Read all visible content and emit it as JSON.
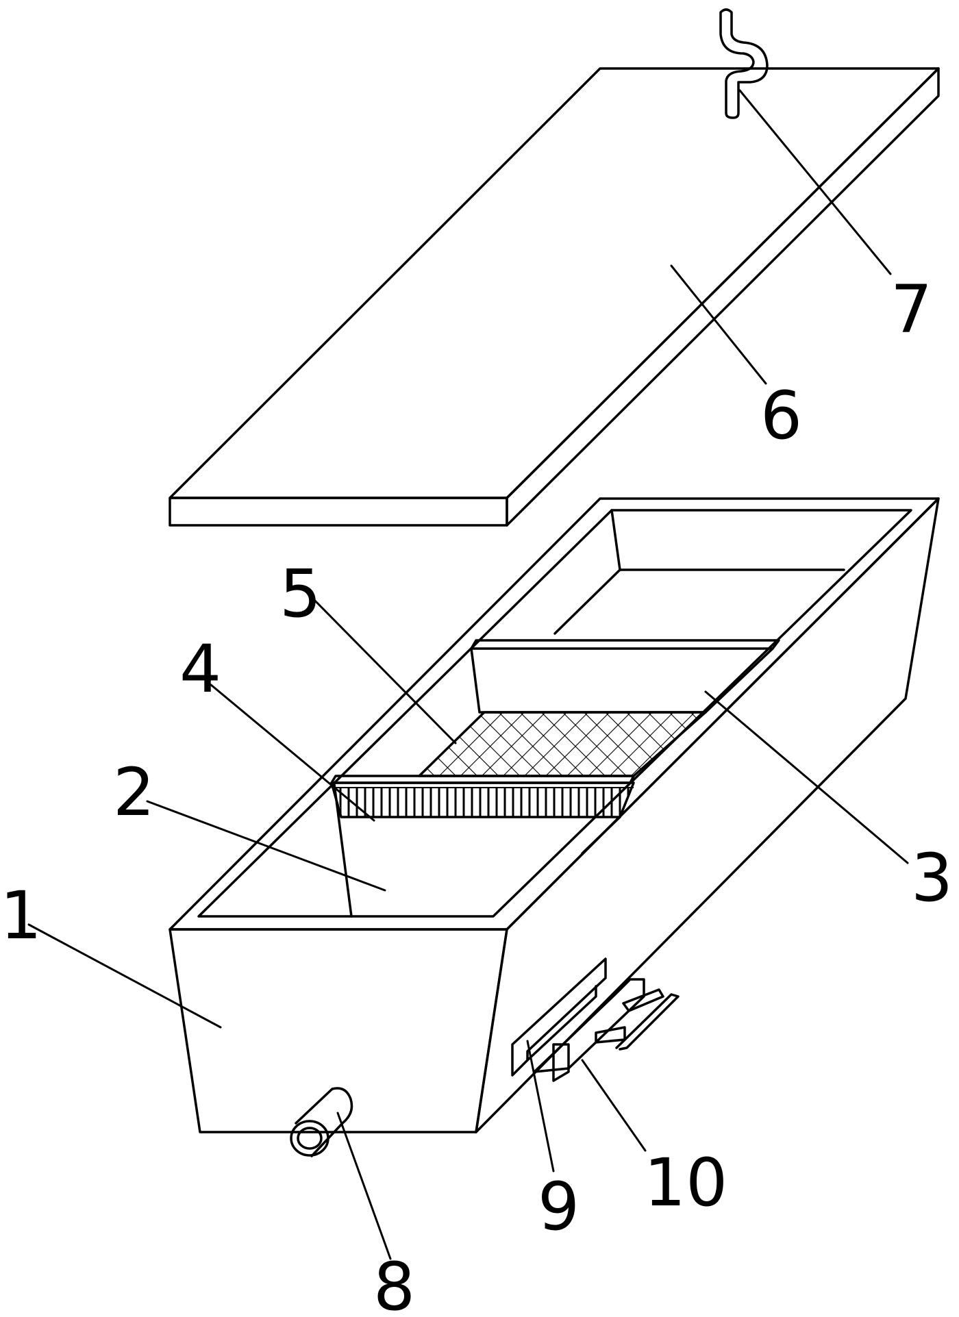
{
  "figure": {
    "type": "exploded-isometric-patent-drawing",
    "parts": [
      {
        "id": "1",
        "label": "1",
        "part": "box-body"
      },
      {
        "id": "2",
        "label": "2",
        "part": "first-chamber"
      },
      {
        "id": "3",
        "label": "3",
        "part": "partition-plate"
      },
      {
        "id": "4",
        "label": "4",
        "part": "filter-plate"
      },
      {
        "id": "5",
        "label": "5",
        "part": "mesh-screen"
      },
      {
        "id": "6",
        "label": "6",
        "part": "lid"
      },
      {
        "id": "7",
        "label": "7",
        "part": "handle"
      },
      {
        "id": "8",
        "label": "8",
        "part": "outlet-pipe"
      },
      {
        "id": "9",
        "label": "9",
        "part": "side-bracket"
      },
      {
        "id": "10",
        "label": "10",
        "part": "mount-rail"
      }
    ]
  },
  "colors": {
    "stroke": "#000000",
    "background": "#ffffff"
  }
}
